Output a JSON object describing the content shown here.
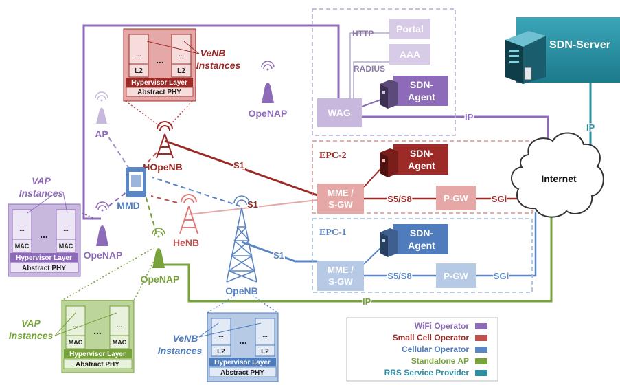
{
  "colors": {
    "wifi": "#8e6bb8",
    "wifi_light": "#c9b8dd",
    "small_cell": "#c0504d",
    "small_cell_light": "#e6a8a6",
    "cellular": "#5b86c4",
    "cellular_light": "#b6c9e5",
    "standalone": "#77a33a",
    "standalone_light": "#bcd59a",
    "rrs": "#2e8fa3"
  },
  "server": {
    "label": "SDN-Server"
  },
  "internet": {
    "label": "Internet"
  },
  "wifi_domain": {
    "http": "HTTP",
    "radius": "RADIUS",
    "portal": "Portal",
    "aaa": "AAA",
    "wag": "WAG",
    "agent_line1": "SDN-",
    "agent_line2": "Agent",
    "ip": "IP"
  },
  "epc2": {
    "title": "EPC-2",
    "mme_line1": "MME /",
    "mme_line2": "S-GW",
    "s5s8": "S5/S8",
    "pgw": "P-GW",
    "sgi": "SGi",
    "agent_line1": "SDN-",
    "agent_line2": "Agent"
  },
  "epc1": {
    "title": "EPC-1",
    "mme_line1": "MME /",
    "mme_line2": "S-GW",
    "s5s8": "S5/S8",
    "pgw": "P-GW",
    "sgi": "SGi",
    "agent_line1": "SDN-",
    "agent_line2": "Agent"
  },
  "links": {
    "s1": "S1",
    "ip_server": "IP",
    "ip_bottom": "IP"
  },
  "nodes": {
    "ap": "AP",
    "opeNAP_top": "OpeNAP",
    "hopenb": "HOpeNB",
    "mmd": "MMD",
    "henb": "HeNB",
    "opeNAP_left": "OpeNAP",
    "opeNAP_green": "OpeNAP",
    "openb": "OpeNB"
  },
  "virt": {
    "venb_title_1": "VeNB",
    "venb_title_2": "Instances",
    "vap_title_1": "VAP",
    "vap_title_2": "Instances",
    "dots": "...",
    "small_dots": "...",
    "l2": "L2",
    "mac": "MAC",
    "hypervisor": "Hypervisor Layer",
    "abstract": "Abstract PHY"
  },
  "legend": [
    {
      "label": "WiFi Operator",
      "color": "#8e6bb8"
    },
    {
      "label": "Small Cell Operator",
      "color": "#c0504d"
    },
    {
      "label": "Cellular Operator",
      "color": "#5b86c4"
    },
    {
      "label": "Standalone AP",
      "color": "#77a33a"
    },
    {
      "label": "RRS Service Provider",
      "color": "#2e8fa3"
    }
  ]
}
